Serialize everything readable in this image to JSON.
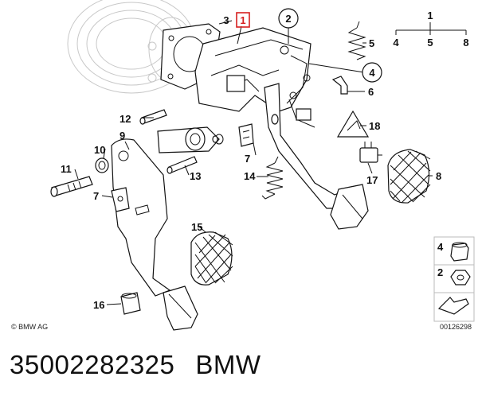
{
  "callouts": {
    "c1": "1",
    "c2": "2",
    "c3": "3",
    "c4": "4",
    "c5": "5",
    "c6": "6",
    "c7a": "7",
    "c7b": "7",
    "c8": "8",
    "c9": "9",
    "c10": "10",
    "c11": "11",
    "c12": "12",
    "c13": "13",
    "c14": "14",
    "c15": "15",
    "c16": "16",
    "c17": "17",
    "c18": "18"
  },
  "tree": {
    "root": "1",
    "left": "4",
    "mid": "5",
    "right": "8"
  },
  "legend": {
    "item4": "4",
    "item2": "2"
  },
  "copyright": "© BMW AG",
  "image_number": "00126298",
  "part_number": "35002282325",
  "brand": "BMW",
  "colors": {
    "highlight": "#d62020",
    "line": "#111111",
    "ghost": "#c8c8c8"
  }
}
